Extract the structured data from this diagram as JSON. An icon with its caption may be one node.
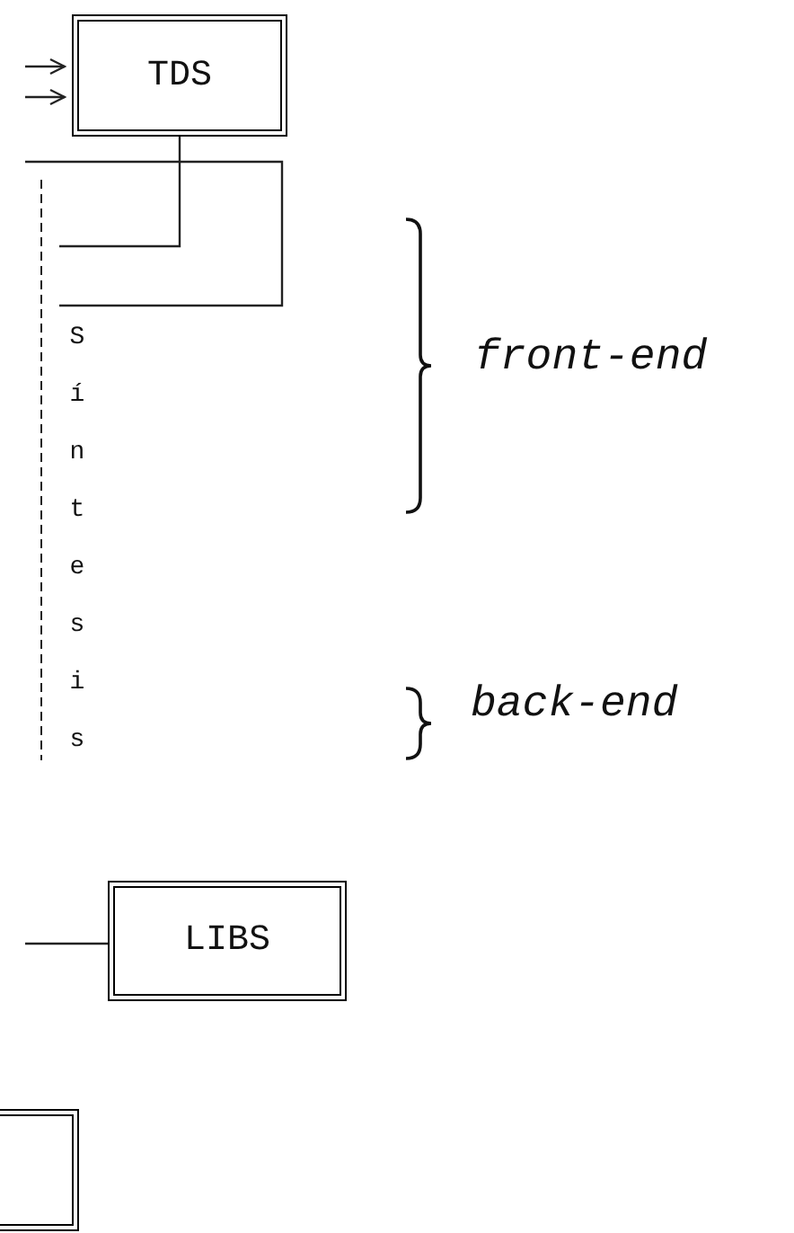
{
  "diagram": {
    "nodes": [
      {
        "text": [
          "TDS"
        ]
      },
      {
        "text": [
          "LIBS"
        ]
      },
      {
        "text": [],
        "shape": "box"
      }
    ],
    "edges": [
      {
        "from": null,
        "to": 0,
        "arrow": "to"
      },
      {
        "from": null,
        "to": 0,
        "arrow": "to"
      },
      {
        "from": 0,
        "to": null,
        "arrow": "none"
      },
      {
        "from": null,
        "to": 1,
        "arrow": "none"
      }
    ],
    "labels": [
      "Síntesis",
      "front-end",
      "back-end"
    ]
  }
}
